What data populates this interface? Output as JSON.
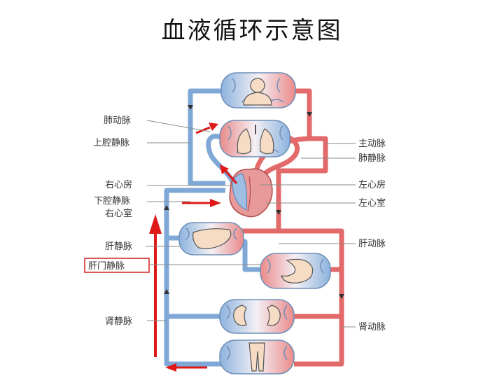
{
  "title": "血液循环示意图",
  "labels": {
    "pulmonary_artery": "肺动脉",
    "superior_vena_cava": "上腔静脉",
    "right_atrium": "右心房",
    "inferior_vena_cava": "下腔静脉",
    "right_ventricle": "右心室",
    "hepatic_vein": "肝静脉",
    "hepatic_portal_vein": "肝门静脉",
    "renal_vein": "肾静脉",
    "aorta": "主动脉",
    "pulmonary_vein": "肺静脉",
    "left_atrium": "左心房",
    "left_ventricle": "左心室",
    "hepatic_artery": "肝动脉",
    "renal_artery": "肾动脉"
  },
  "colors": {
    "venous": "#7fa8d6",
    "venous_dark": "#5d88bd",
    "arterial": "#e36a6a",
    "arterial_dark": "#c94b4b",
    "highlight_arrow": "#e01818",
    "organ_fill": "#f6dcc4"
  },
  "highlight": {
    "boxed_label": "hepatic_portal_vein"
  }
}
